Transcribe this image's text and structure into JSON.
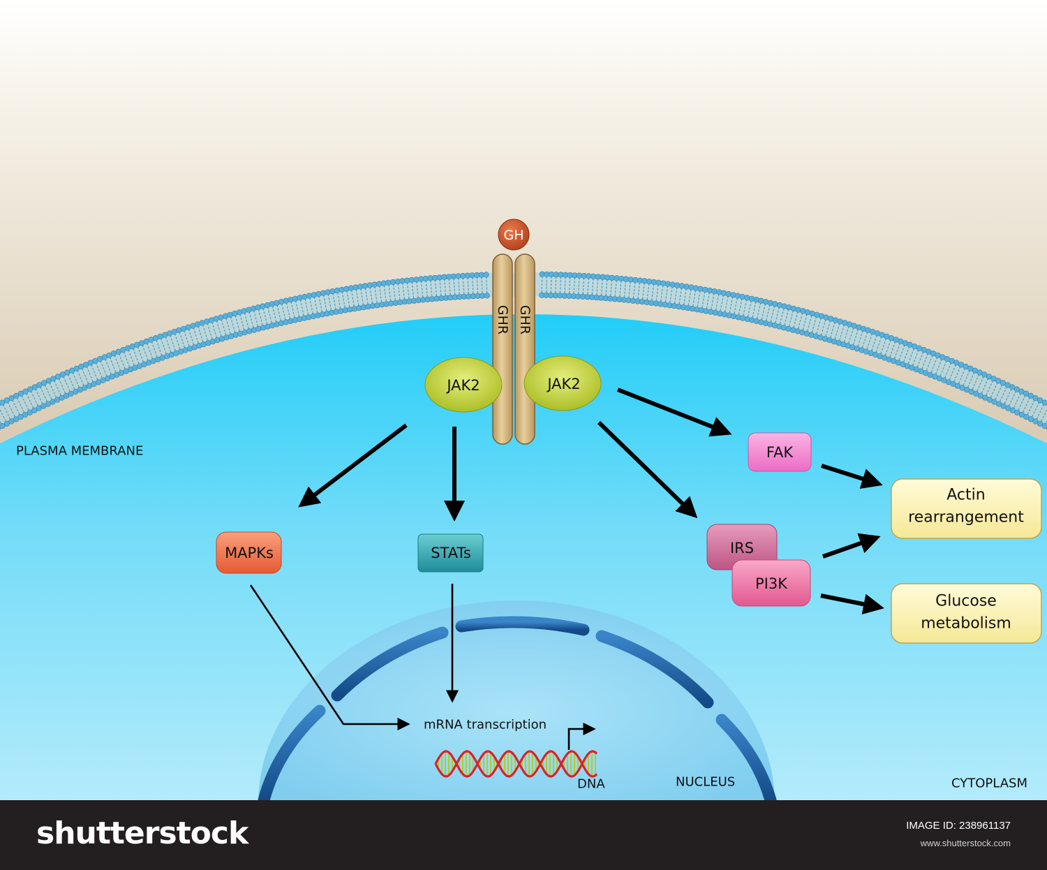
{
  "labels": {
    "ligand": "GH",
    "receptor_left": "GHR",
    "receptor_right": "GHR",
    "jak_left": "JAK2",
    "jak_right": "JAK2",
    "mapks": "MAPKs",
    "stats": "STATs",
    "fak": "FAK",
    "irs": "IRS",
    "pi3k": "PI3K",
    "actin_line1": "Actin",
    "actin_line2": "rearrangement",
    "glucose_line1": "Glucose",
    "glucose_line2": "metabolism",
    "mrna": "mRNA transcription",
    "dna": "DNA",
    "nucleus": "NUCLEUS",
    "cytoplasm": "CYTOPLASM",
    "membrane": "PLASMA MEMBRANE"
  },
  "footer": {
    "logo": "shutterstock",
    "image_id": "IMAGE ID: 238961137",
    "site": "www.shutterstock.com"
  },
  "colors": {
    "extracellular_top": "#ffffff",
    "extracellular_bottom": "#bea67e",
    "cytoplasm_top": "#2bd0f8",
    "cytoplasm_bottom": "#b3ebfb",
    "membrane_head": "#5ab0d8",
    "receptor": "#d4b483",
    "ligand": "#c84a24",
    "jak2": "#c2d33a",
    "mapks": "#f07e55",
    "stats": "#2fa8b2",
    "fak": "#f28ad0",
    "irs": "#cf6f98",
    "pi3k": "#ee77a8",
    "outcome_box": "#fbf3b6",
    "nuclear_envelope": "#1c5a9c",
    "footer_bg": "#231f20"
  }
}
